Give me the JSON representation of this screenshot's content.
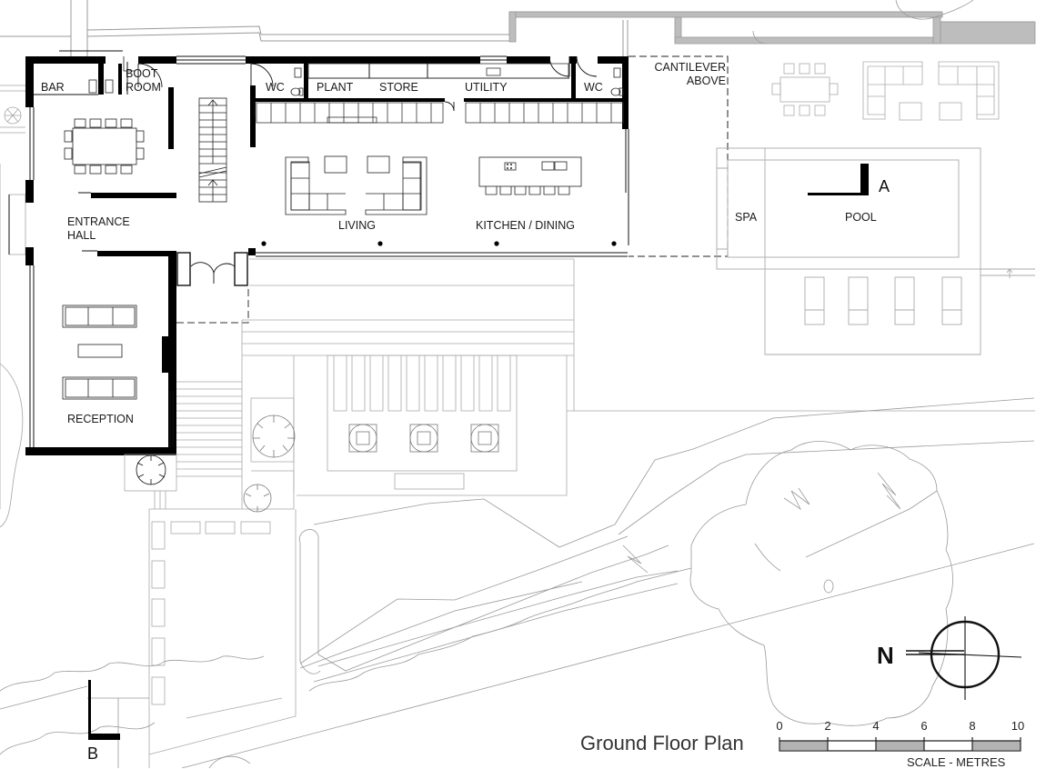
{
  "drawing": {
    "title": "Ground Floor Plan",
    "rooms": [
      {
        "id": "bar",
        "label": "BAR"
      },
      {
        "id": "boot_room",
        "label": "BOOT\nROOM",
        "line1": "BOOT",
        "line2": "ROOM"
      },
      {
        "id": "wc1",
        "label": "WC"
      },
      {
        "id": "plant",
        "label": "PLANT"
      },
      {
        "id": "store",
        "label": "STORE"
      },
      {
        "id": "utility",
        "label": "UTILITY"
      },
      {
        "id": "wc2",
        "label": "WC"
      },
      {
        "id": "entrance_hall",
        "label": "ENTRANCE HALL",
        "line1": "ENTRANCE",
        "line2": "HALL"
      },
      {
        "id": "living",
        "label": "LIVING"
      },
      {
        "id": "kitchen_dining",
        "label": "KITCHEN / DINING"
      },
      {
        "id": "reception",
        "label": "RECEPTION"
      },
      {
        "id": "spa",
        "label": "SPA"
      },
      {
        "id": "pool",
        "label": "POOL"
      }
    ],
    "annotations": {
      "cantilever": {
        "line1": "CANTILEVER",
        "line2": "ABOVE"
      },
      "section_a": "A",
      "section_b": "B",
      "north": "N"
    },
    "scale_bar": {
      "ticks": [
        "0",
        "2",
        "4",
        "6",
        "8",
        "10"
      ],
      "caption": "SCALE - METRES",
      "fill_color": "#b3b3b3"
    },
    "colors": {
      "wall": "#000000",
      "line": "#111111",
      "landscape": "#9a9a9a",
      "boundary_fill": "#bdbdbd"
    }
  }
}
